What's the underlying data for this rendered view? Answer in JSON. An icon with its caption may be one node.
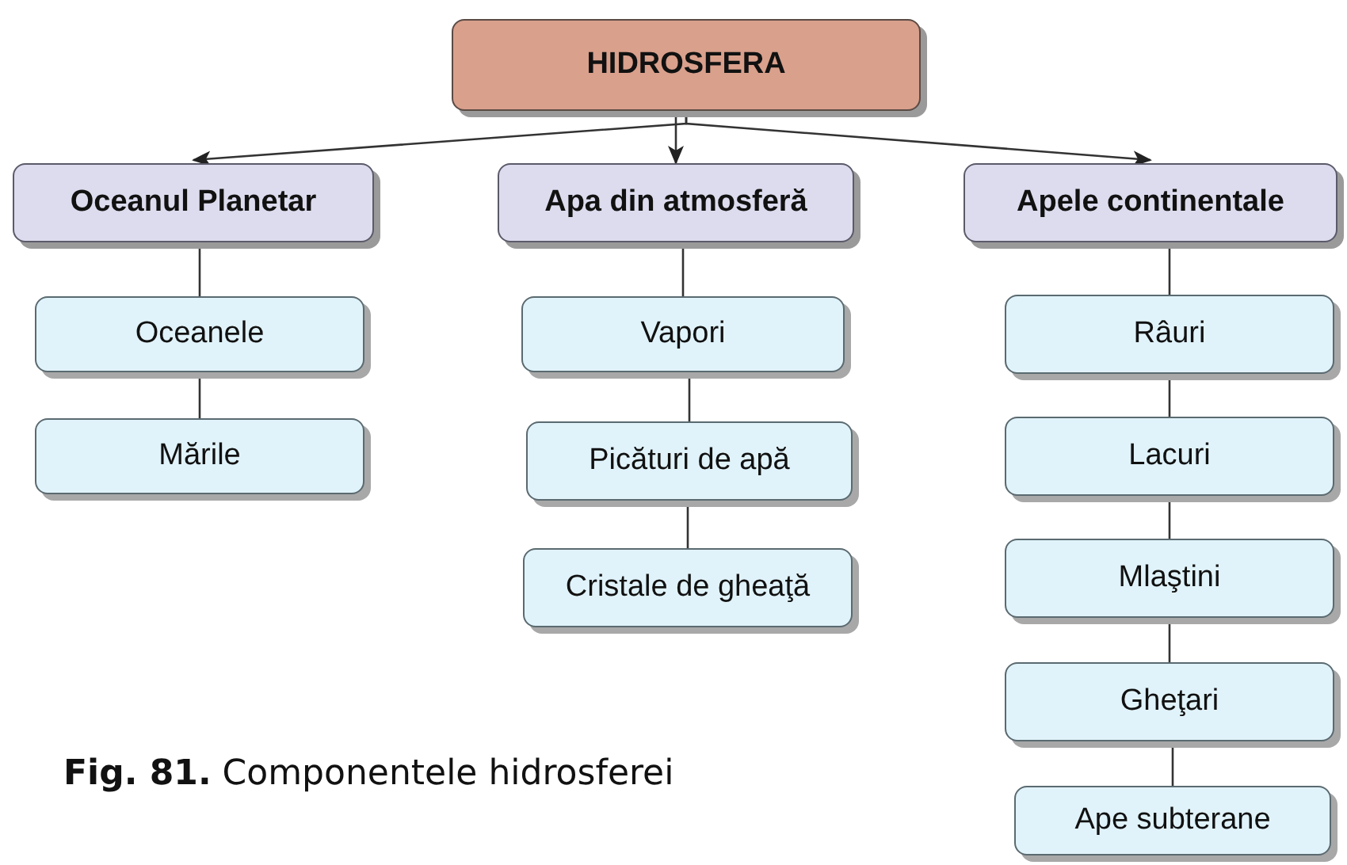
{
  "diagram": {
    "caption": "**Fig. 81.** Componentele hidrosferei",
    "nodes": [
      {
        "text": [
          "HIDROSFERA"
        ]
      },
      {
        "text": [
          "Oceanul Planetar"
        ]
      },
      {
        "text": [
          "Apa din atmosferă"
        ]
      },
      {
        "text": [
          "Apele continentale"
        ]
      },
      {
        "text": [
          "Oceanele"
        ]
      },
      {
        "text": [
          "Mările"
        ]
      },
      {
        "text": [
          "Vapori"
        ]
      },
      {
        "text": [
          "Picături de apă"
        ]
      },
      {
        "text": [
          "Cristale de gheaţă"
        ]
      },
      {
        "text": [
          "Râuri"
        ]
      },
      {
        "text": [
          "Lacuri"
        ]
      },
      {
        "text": [
          "Mlaştini"
        ]
      },
      {
        "text": [
          "Gheţari"
        ]
      },
      {
        "text": [
          "Ape subterane"
        ]
      }
    ],
    "edges": [
      {
        "from": 0,
        "to": 1,
        "arrow": "to"
      },
      {
        "from": 0,
        "to": 2,
        "arrow": "to"
      },
      {
        "from": 0,
        "to": 3,
        "arrow": "to"
      },
      {
        "from": 1,
        "to": 4,
        "arrow": "none"
      },
      {
        "from": 4,
        "to": 5,
        "arrow": "none"
      },
      {
        "from": 2,
        "to": 6,
        "arrow": "none"
      },
      {
        "from": 6,
        "to": 7,
        "arrow": "none"
      },
      {
        "from": 7,
        "to": 8,
        "arrow": "none"
      },
      {
        "from": 3,
        "to": 9,
        "arrow": "none"
      },
      {
        "from": 9,
        "to": 10,
        "arrow": "none"
      },
      {
        "from": 10,
        "to": 11,
        "arrow": "none"
      },
      {
        "from": 11,
        "to": 12,
        "arrow": "none"
      },
      {
        "from": 12,
        "to": 13,
        "arrow": "none"
      }
    ]
  }
}
